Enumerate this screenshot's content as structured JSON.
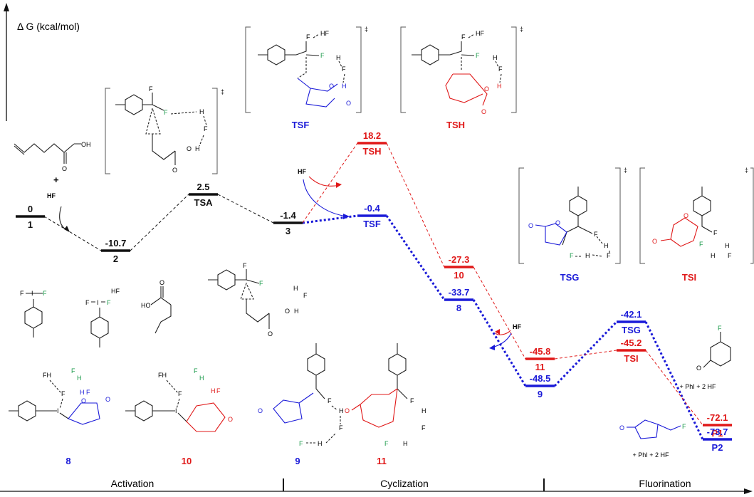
{
  "y_axis_label": "Δ G (kcal/mol)",
  "colors": {
    "black": "#111111",
    "blue": "#1a1ad8",
    "red": "#e01818",
    "green": "#1a9a4a"
  },
  "regions": [
    "Activation",
    "Cyclization",
    "Fluorination"
  ],
  "levels": [
    {
      "id": "r1",
      "energy": "0",
      "label": "1",
      "color": "black"
    },
    {
      "id": "i2",
      "energy": "-10.7",
      "label": "2",
      "color": "black"
    },
    {
      "id": "tsa",
      "energy": "2.5",
      "label": "TSA",
      "color": "black"
    },
    {
      "id": "i3",
      "energy": "-1.4",
      "label": "3",
      "color": "black"
    },
    {
      "id": "tsf",
      "energy": "-0.4",
      "label": "TSF",
      "color": "blue"
    },
    {
      "id": "tsh",
      "energy": "18.2",
      "label": "TSH",
      "color": "red"
    },
    {
      "id": "i10",
      "energy": "-27.3",
      "label": "10",
      "color": "red"
    },
    {
      "id": "i8",
      "energy": "-33.7",
      "label": "8",
      "color": "blue"
    },
    {
      "id": "i11",
      "energy": "-45.8",
      "label": "11",
      "color": "red"
    },
    {
      "id": "i9",
      "energy": "-48.5",
      "label": "9",
      "color": "blue"
    },
    {
      "id": "tsg",
      "energy": "-42.1",
      "label": "TSG",
      "color": "blue"
    },
    {
      "id": "tsi",
      "energy": "-45.2",
      "label": "TSI",
      "color": "red"
    },
    {
      "id": "p1",
      "energy": "-72.1",
      "label": "P1",
      "color": "red"
    },
    {
      "id": "p2",
      "energy": "-73.7",
      "label": "P2",
      "color": "blue"
    }
  ],
  "text": {
    "plus": "+",
    "hf": "HF",
    "product_note": "+ PhI + 2 HF",
    "ts_mark": "‡"
  },
  "structure_labels": {
    "tsf": "TSF",
    "tsh": "TSH",
    "tsg": "TSG",
    "tsi": "TSI",
    "b8": "8",
    "b10": "10",
    "b9": "9",
    "b11": "11"
  }
}
